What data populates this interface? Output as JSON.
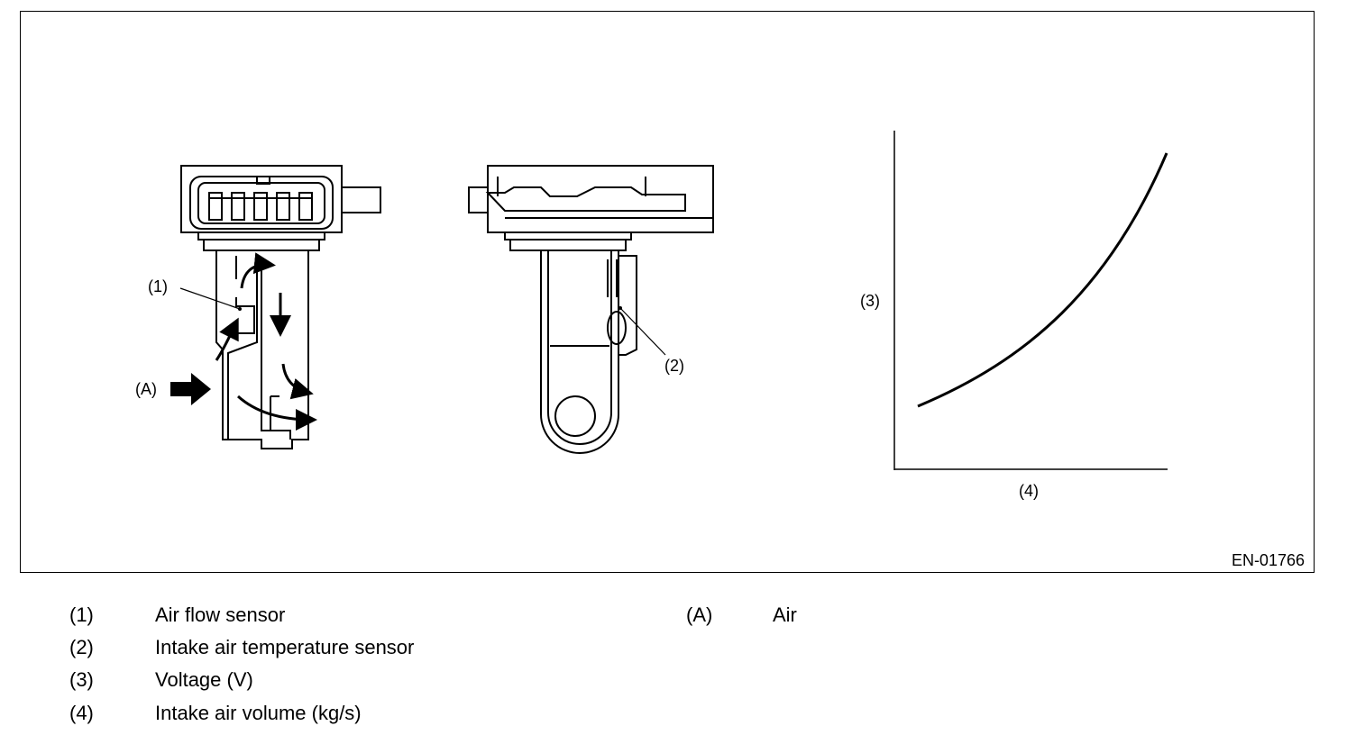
{
  "figure": {
    "code": "EN-01766",
    "callouts": {
      "c1": "(1)",
      "c2": "(2)",
      "c3": "(3)",
      "c4": "(4)",
      "cA": "(A)"
    }
  },
  "chart_data": {
    "type": "line",
    "x_label": "(4)",
    "y_label": "(3)",
    "description_curve": "increasing, convex"
  },
  "legend": [
    {
      "key": "(1)",
      "text": "Air flow sensor"
    },
    {
      "key": "(2)",
      "text": "Intake air temperature sensor"
    },
    {
      "key": "(3)",
      "text": "Voltage (V)"
    },
    {
      "key": "(4)",
      "text": "Intake air volume (kg/s)"
    },
    {
      "key": "(A)",
      "text": "Air"
    }
  ]
}
